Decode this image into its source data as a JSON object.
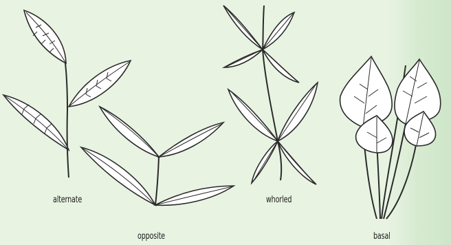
{
  "labels": {
    "alternate": "alternate",
    "opposite": "opposite",
    "whorled": "whorled",
    "basal": "basal"
  },
  "colors": {
    "background": "#e8f3e2",
    "edge_band": "#cfe6c9",
    "line": "#2a2a2a",
    "leaf_fill": "#ffffff"
  }
}
